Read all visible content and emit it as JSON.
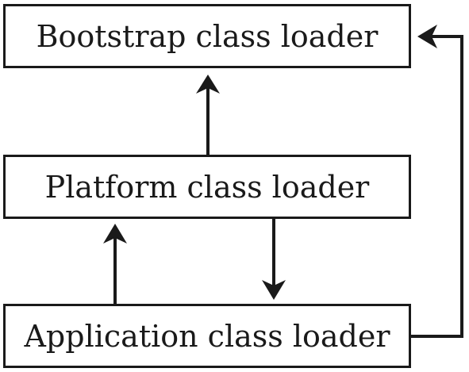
{
  "diagram": {
    "nodes": [
      {
        "id": "bootstrap",
        "label": "Bootstrap class loader"
      },
      {
        "id": "platform",
        "label": "Platform class loader"
      },
      {
        "id": "application",
        "label": "Application class loader"
      }
    ],
    "edges": [
      {
        "from": "platform",
        "to": "bootstrap"
      },
      {
        "from": "application",
        "to": "platform"
      },
      {
        "from": "platform",
        "to": "application"
      },
      {
        "from": "application",
        "to": "bootstrap"
      }
    ],
    "colors": {
      "line": "#1a1a1a",
      "background": "#ffffff"
    }
  }
}
